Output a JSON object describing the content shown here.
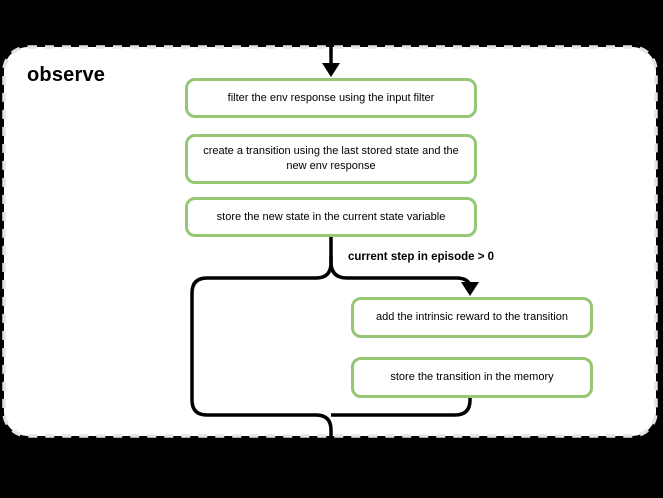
{
  "diagram": {
    "type": "flowchart",
    "background_color": "#000000",
    "group": {
      "title": "observe",
      "fill": "#ffffff",
      "border_color": "#e3e3e3",
      "border_style": "dashed"
    },
    "node_style": {
      "border_color": "#95c775",
      "fill": "#ffffff",
      "text_color": "#000000"
    },
    "connector_color": "#000000",
    "nodes": [
      {
        "id": "filter-env-response",
        "label": "filter the env response using the input filter"
      },
      {
        "id": "create-transition",
        "label": "create a transition using the last stored state and the new env response"
      },
      {
        "id": "store-new-state",
        "label": "store the new state in the current state variable"
      },
      {
        "id": "add-intrinsic-reward",
        "label": "add the intrinsic reward to the transition"
      },
      {
        "id": "store-transition",
        "label": "store the transition in the memory"
      }
    ],
    "condition_label": "current step in episode > 0",
    "edges": [
      {
        "from": "entry",
        "to": "filter-env-response",
        "label": ""
      },
      {
        "from": "store-new-state",
        "to": "add-intrinsic-reward",
        "label": "current step in episode > 0"
      },
      {
        "from": "store-new-state",
        "to": "exit",
        "label": ""
      },
      {
        "from": "store-transition",
        "to": "exit",
        "label": ""
      }
    ]
  }
}
